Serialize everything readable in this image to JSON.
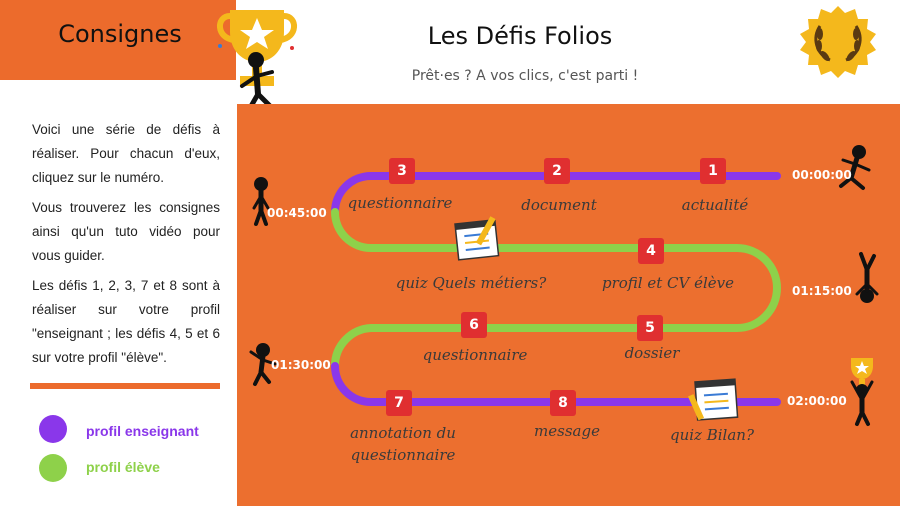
{
  "header": {
    "consignes": "Consignes",
    "title": "Les Défis Folios",
    "subtitle": "Prêt·es ? A vos clics, c'est parti !"
  },
  "instructions": {
    "p1": "Voici une série de défis à réaliser. Pour chacun d'eux, cliquez sur le numéro.",
    "p2": "Vous trouverez les consignes ainsi qu'un tuto vidéo pour vous guider.",
    "p3": "Les défis 1, 2, 3, 7 et 8 sont à réaliser sur votre profil \"enseignant ; les défis 4, 5 et 6 sur votre profil  \"élève\"."
  },
  "legend": {
    "teacher": {
      "label": "profil enseignant",
      "color": "#8a37ea"
    },
    "student": {
      "label": "profil élève",
      "color": "#8ed14a"
    }
  },
  "colors": {
    "orange": "#ec6f2f",
    "path_purple": "#8a37ea",
    "path_green": "#8ed14a",
    "badge_red": "#e02f30",
    "medal_gold": "#f4b81c"
  },
  "times": {
    "t1": "00:00:00",
    "t2": "00:45:00",
    "t3": "01:15:00",
    "t4": "01:30:00",
    "t5": "02:00:00"
  },
  "challenges": [
    {
      "number": "1",
      "label": "actualité"
    },
    {
      "number": "2",
      "label": "document"
    },
    {
      "number": "3",
      "label": "questionnaire"
    },
    {
      "number": "4",
      "label": "profil et CV élève"
    },
    {
      "number": "5",
      "label": "dossier"
    },
    {
      "number": "6",
      "label": "questionnaire"
    },
    {
      "number": "7",
      "label": "annotation du questionnaire"
    },
    {
      "number": "8",
      "label": "message"
    }
  ],
  "quizzes": {
    "metiers": "quiz Quels métiers?",
    "bilan": "quiz Bilan?"
  },
  "icons": [
    "trophy-icon",
    "laurel-medal-icon",
    "clipboard-checklist-icon",
    "stick-figure-icon"
  ]
}
